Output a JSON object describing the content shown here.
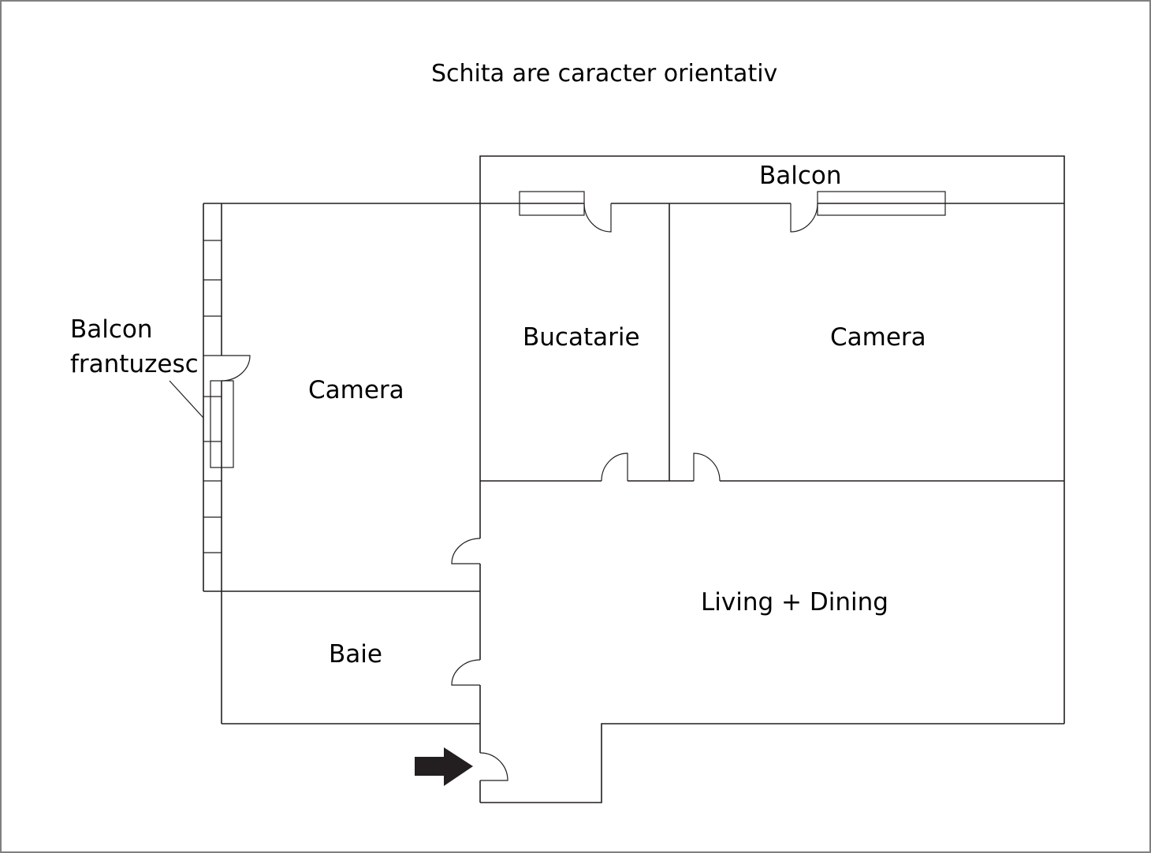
{
  "title": "Schita are caracter orientativ",
  "rooms": {
    "balcon_top": "Balcon",
    "balcon_frantuzesc_line1": "Balcon",
    "balcon_frantuzesc_line2": "frantuzesc",
    "camera_left": "Camera",
    "bucatarie": "Bucatarie",
    "camera_right": "Camera",
    "living_dining": "Living + Dining",
    "baie": "Baie"
  },
  "entrance": {
    "icon": "arrow-right-icon",
    "color": "#231f20"
  },
  "colors": {
    "line": "#231f20",
    "background": "#ffffff",
    "frame": "#808080"
  }
}
